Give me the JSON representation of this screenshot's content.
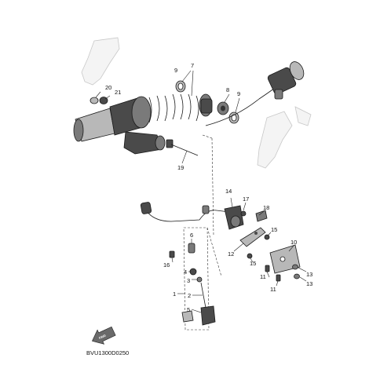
{
  "diagram_code": "BVU1300D0250",
  "callouts": [
    {
      "id": "c1",
      "text": "1"
    },
    {
      "id": "c2",
      "text": "2"
    },
    {
      "id": "c3",
      "text": "3"
    },
    {
      "id": "c4",
      "text": "4"
    },
    {
      "id": "c5",
      "text": "5"
    },
    {
      "id": "c6",
      "text": "6"
    },
    {
      "id": "c7",
      "text": "7"
    },
    {
      "id": "c8",
      "text": "8"
    },
    {
      "id": "c9a",
      "text": "9"
    },
    {
      "id": "c9b",
      "text": "9"
    },
    {
      "id": "c10",
      "text": "10"
    },
    {
      "id": "c11a",
      "text": "11"
    },
    {
      "id": "c11b",
      "text": "11"
    },
    {
      "id": "c12",
      "text": "12"
    },
    {
      "id": "c13a",
      "text": "13"
    },
    {
      "id": "c13b",
      "text": "13"
    },
    {
      "id": "c14",
      "text": "14"
    },
    {
      "id": "c15a",
      "text": "15"
    },
    {
      "id": "c15b",
      "text": "15"
    },
    {
      "id": "c16",
      "text": "16"
    },
    {
      "id": "c17",
      "text": "17"
    },
    {
      "id": "c18",
      "text": "18"
    },
    {
      "id": "c19",
      "text": "19"
    },
    {
      "id": "c20",
      "text": "20"
    },
    {
      "id": "c21",
      "text": "21"
    }
  ],
  "front_arrow_label": "FWD"
}
